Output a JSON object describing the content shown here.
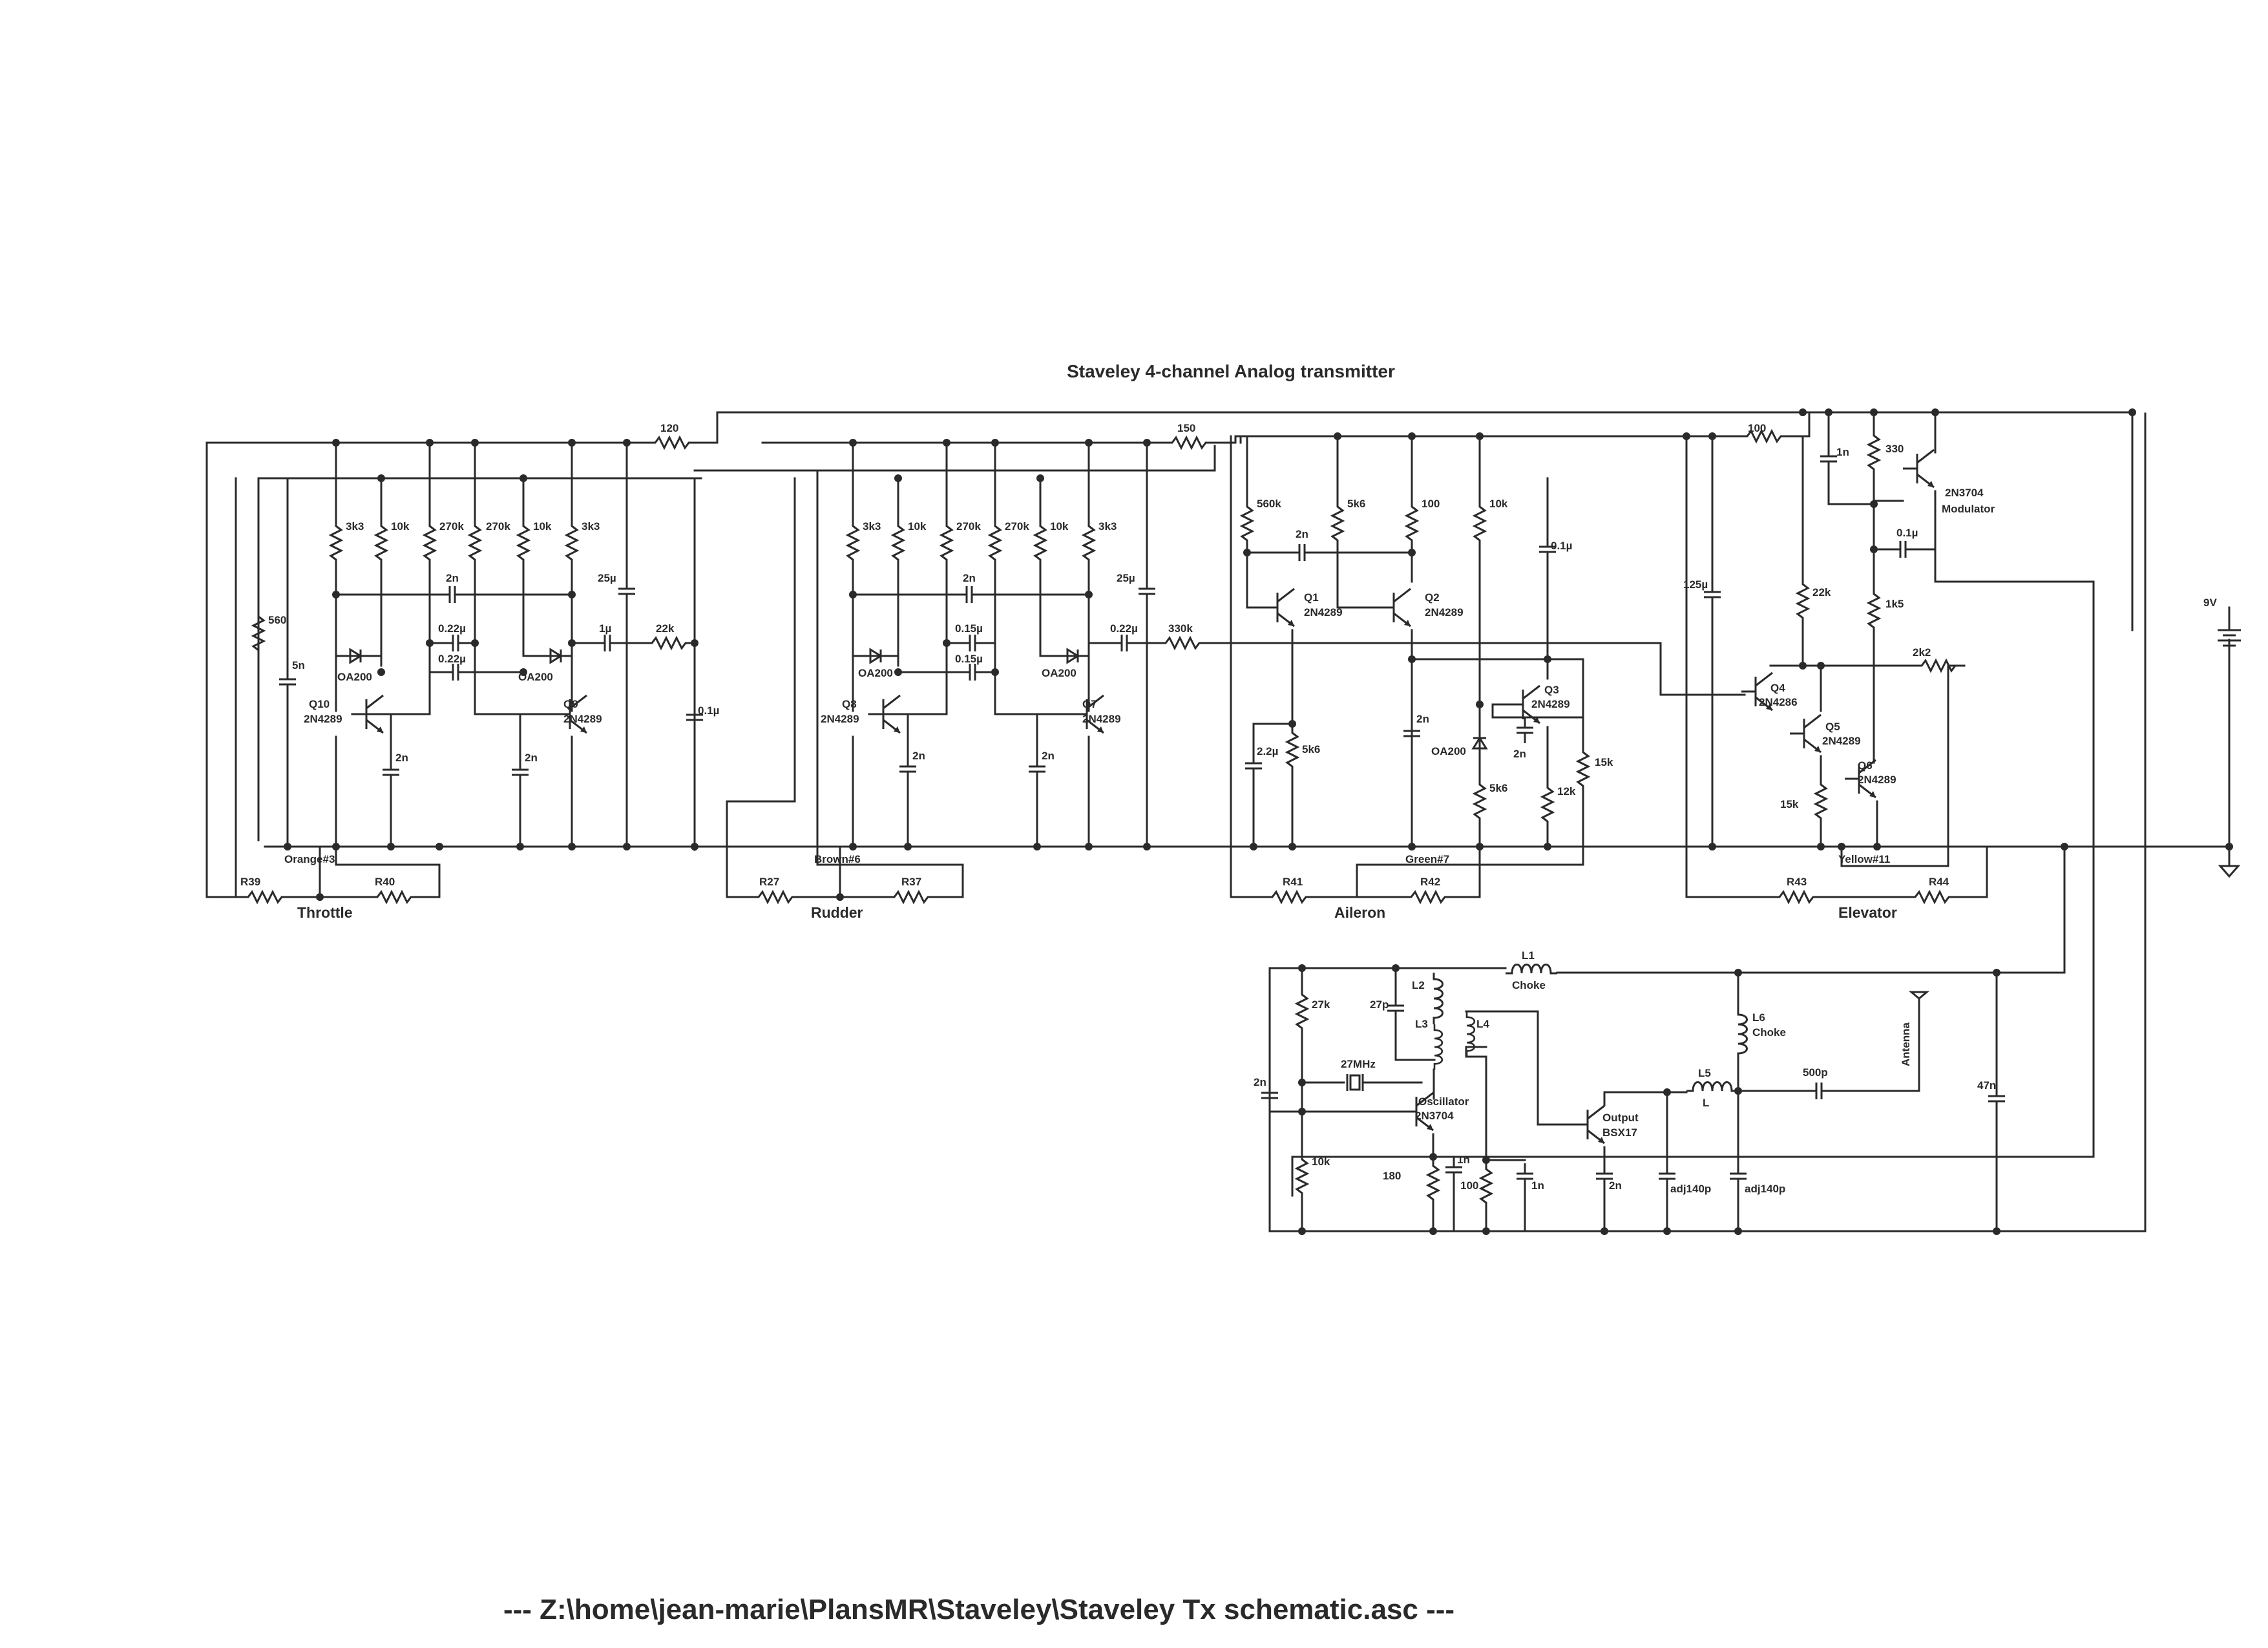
{
  "title": "Staveley 4-channel Analog transmitter",
  "footer": "---  Z:\\home\\jean-marie\\PlansMR\\Staveley\\Staveley Tx schematic.asc  ---",
  "groups": {
    "throttle": "Throttle",
    "rudder": "Rudder",
    "aileron": "Aileron",
    "elevator": "Elevator"
  },
  "wires": {
    "orange": "Orange#3",
    "brown": "Brown#6",
    "green": "Green#7",
    "yellow": "Yellow#11"
  },
  "throttle": {
    "r_supply": "120",
    "r1": "3k3",
    "r2": "10k",
    "r3": "270k",
    "r4": "270k",
    "r5": "10k",
    "r6": "3k3",
    "c_timing": "2n",
    "c_a": "0.22µ",
    "c_b": "0.22µ",
    "d1": "OA200",
    "d2": "OA200",
    "q_left": "Q10",
    "q_left_type": "2N4289",
    "q_right": "Q9",
    "q_right_type": "2N4289",
    "c_left": "2n",
    "c_right": "2n",
    "r_560": "560",
    "c_5n": "5n",
    "c_25": "25µ",
    "c_1": "1µ",
    "r_22k": "22k",
    "c_01": "0.1µ",
    "r39": "R39",
    "r40": "R40"
  },
  "rudder": {
    "r_supply": "150",
    "r1": "3k3",
    "r2": "10k",
    "r3": "270k",
    "r4": "270k",
    "r5": "10k",
    "r6": "3k3",
    "c_timing": "2n",
    "c_a": "0.15µ",
    "c_b": "0.15µ",
    "d1": "OA200",
    "d2": "OA200",
    "q_left": "Q8",
    "q_left_type": "2N4289",
    "q_right": "Q7",
    "q_right_type": "2N4289",
    "c_left": "2n",
    "c_right": "2n",
    "c_25": "25µ",
    "c_022": "0.22µ",
    "r_330k": "330k",
    "r27": "R27",
    "r37": "R37"
  },
  "aileron": {
    "r_560k": "560k",
    "r_5k6": "5k6",
    "r_100": "100",
    "r_10k": "10k",
    "c_2n": "2n",
    "c_01": "0.1µ",
    "q1": "Q1",
    "q1_type": "2N4289",
    "q2": "Q2",
    "q2_type": "2N4289",
    "q3": "Q3",
    "q3_type": "2N4289",
    "c_22": "2.2µ",
    "r_5k6b": "5k6",
    "c_2nb": "2n",
    "d": "OA200",
    "c_2nc": "2n",
    "r_5k6c": "5k6",
    "r_12k": "12k",
    "r_15k": "15k",
    "r41": "R41",
    "r42": "R42"
  },
  "elevator": {
    "r_supply": "100",
    "c_1n": "1n",
    "r_330": "330",
    "q_mod": "2N3704",
    "q_mod_label": "Modulator",
    "c_01": "0.1µ",
    "r_1k5": "1k5",
    "r_22k": "22k",
    "c_125": "125µ",
    "q4": "Q4",
    "q4_type": "2N4286",
    "q5": "Q5",
    "q5_type": "2N4289",
    "q6": "Q6",
    "q6_type": "2N4289",
    "r_15k": "15k",
    "r_2k2": "2k2",
    "battery": "9V",
    "r43": "R43",
    "r44": "R44"
  },
  "rf": {
    "l1": "L1",
    "l1_label": "Choke",
    "r_27k": "27k",
    "c_27p": "27p",
    "l2": "L2",
    "l3": "L3",
    "l4": "L4",
    "crystal": "27MHz",
    "q_osc_label": "Oscillator",
    "q_osc_type": "2N3704",
    "c_2n": "2n",
    "r_10k": "10k",
    "r_180": "180",
    "c_1n": "1n",
    "r_100": "100",
    "c_1nb": "1n",
    "q_out_label": "Output",
    "q_out_type": "BSX17",
    "c_2nb": "2n",
    "l5": "L5",
    "l5_label": "L",
    "l6": "L6",
    "l6_label": "Choke",
    "c_500p": "500p",
    "antenna": "Antenna",
    "c_adj1": "adj140p",
    "c_adj2": "adj140p",
    "c_47n": "47n"
  }
}
